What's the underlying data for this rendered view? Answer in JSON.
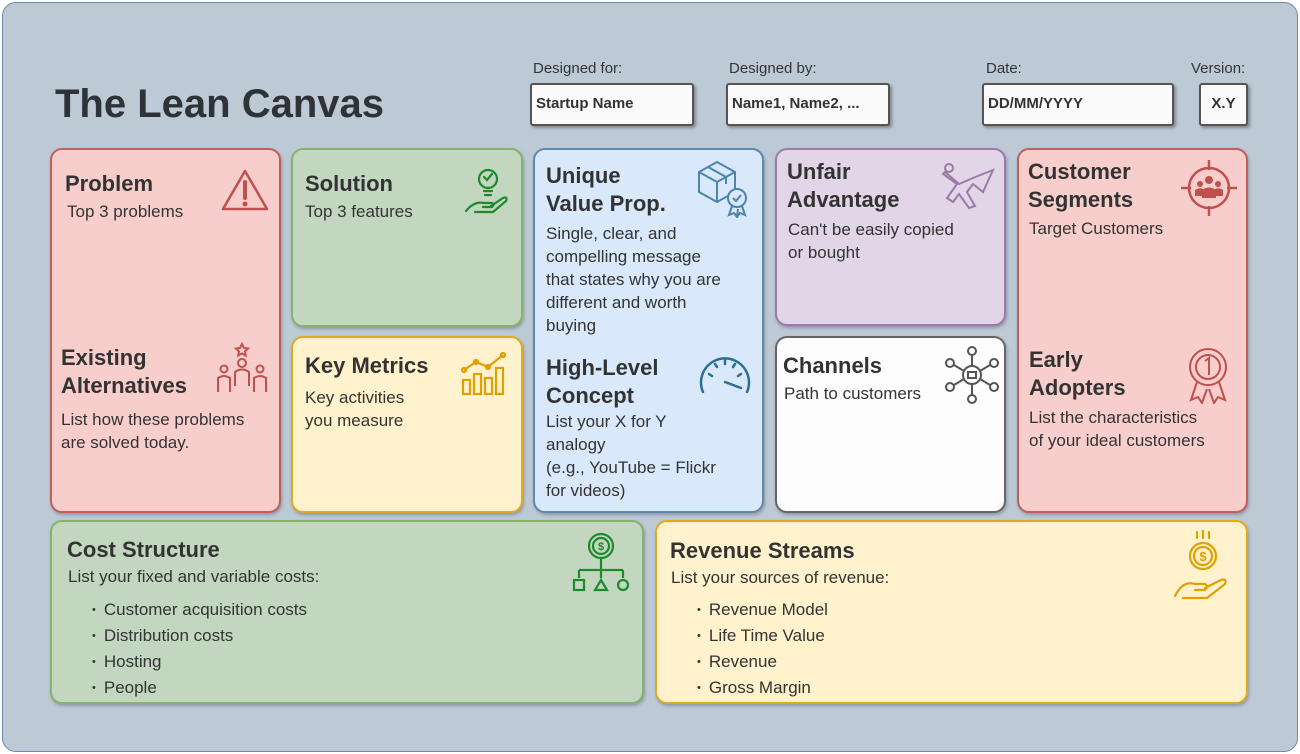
{
  "title": "The Lean Canvas",
  "header": {
    "designed_for": {
      "label": "Designed for:",
      "value": "Startup Name"
    },
    "designed_by": {
      "label": "Designed by:",
      "value": "Name1, Name2, ..."
    },
    "date": {
      "label": "Date:",
      "value": "DD/MM/YYYY"
    },
    "version": {
      "label": "Version:",
      "value": "X.Y"
    }
  },
  "problem": {
    "title": "Problem",
    "desc": "Top 3 problems"
  },
  "alternatives": {
    "title1": "Existing",
    "title2": "Alternatives",
    "desc1": "List how these problems",
    "desc2": "are solved today."
  },
  "solution": {
    "title": "Solution",
    "desc": "Top 3 features"
  },
  "metrics": {
    "title": "Key Metrics",
    "desc1": "Key activities",
    "desc2": "you measure"
  },
  "uvp": {
    "title1": "Unique",
    "title2": "Value Prop.",
    "lines": [
      "Single, clear, and",
      "compelling message",
      "that states why you are",
      "different and worth",
      "buying"
    ]
  },
  "concept": {
    "title1": "High-Level",
    "title2": "Concept",
    "lines": [
      "List your X for Y",
      "analogy",
      "(e.g., YouTube = Flickr",
      "for videos)"
    ]
  },
  "unfair": {
    "title1": "Unfair",
    "title2": "Advantage",
    "desc1": "Can't be easily copied",
    "desc2": "or bought"
  },
  "channels": {
    "title": "Channels",
    "desc": "Path to customers"
  },
  "segments": {
    "title1": "Customer",
    "title2": "Segments",
    "desc": "Target Customers"
  },
  "adopters": {
    "title1": "Early",
    "title2": "Adopters",
    "desc1": "List the characteristics",
    "desc2": "of your ideal customers"
  },
  "cost": {
    "title": "Cost Structure",
    "desc": "List your fixed and variable costs:",
    "items": [
      "Customer acquisition costs",
      "Distribution costs",
      "Hosting",
      "People"
    ]
  },
  "revenue": {
    "title": "Revenue Streams",
    "desc": "List your sources of revenue:",
    "items": [
      "Revenue Model",
      "Life Time Value",
      "Revenue",
      "Gross Margin"
    ]
  }
}
